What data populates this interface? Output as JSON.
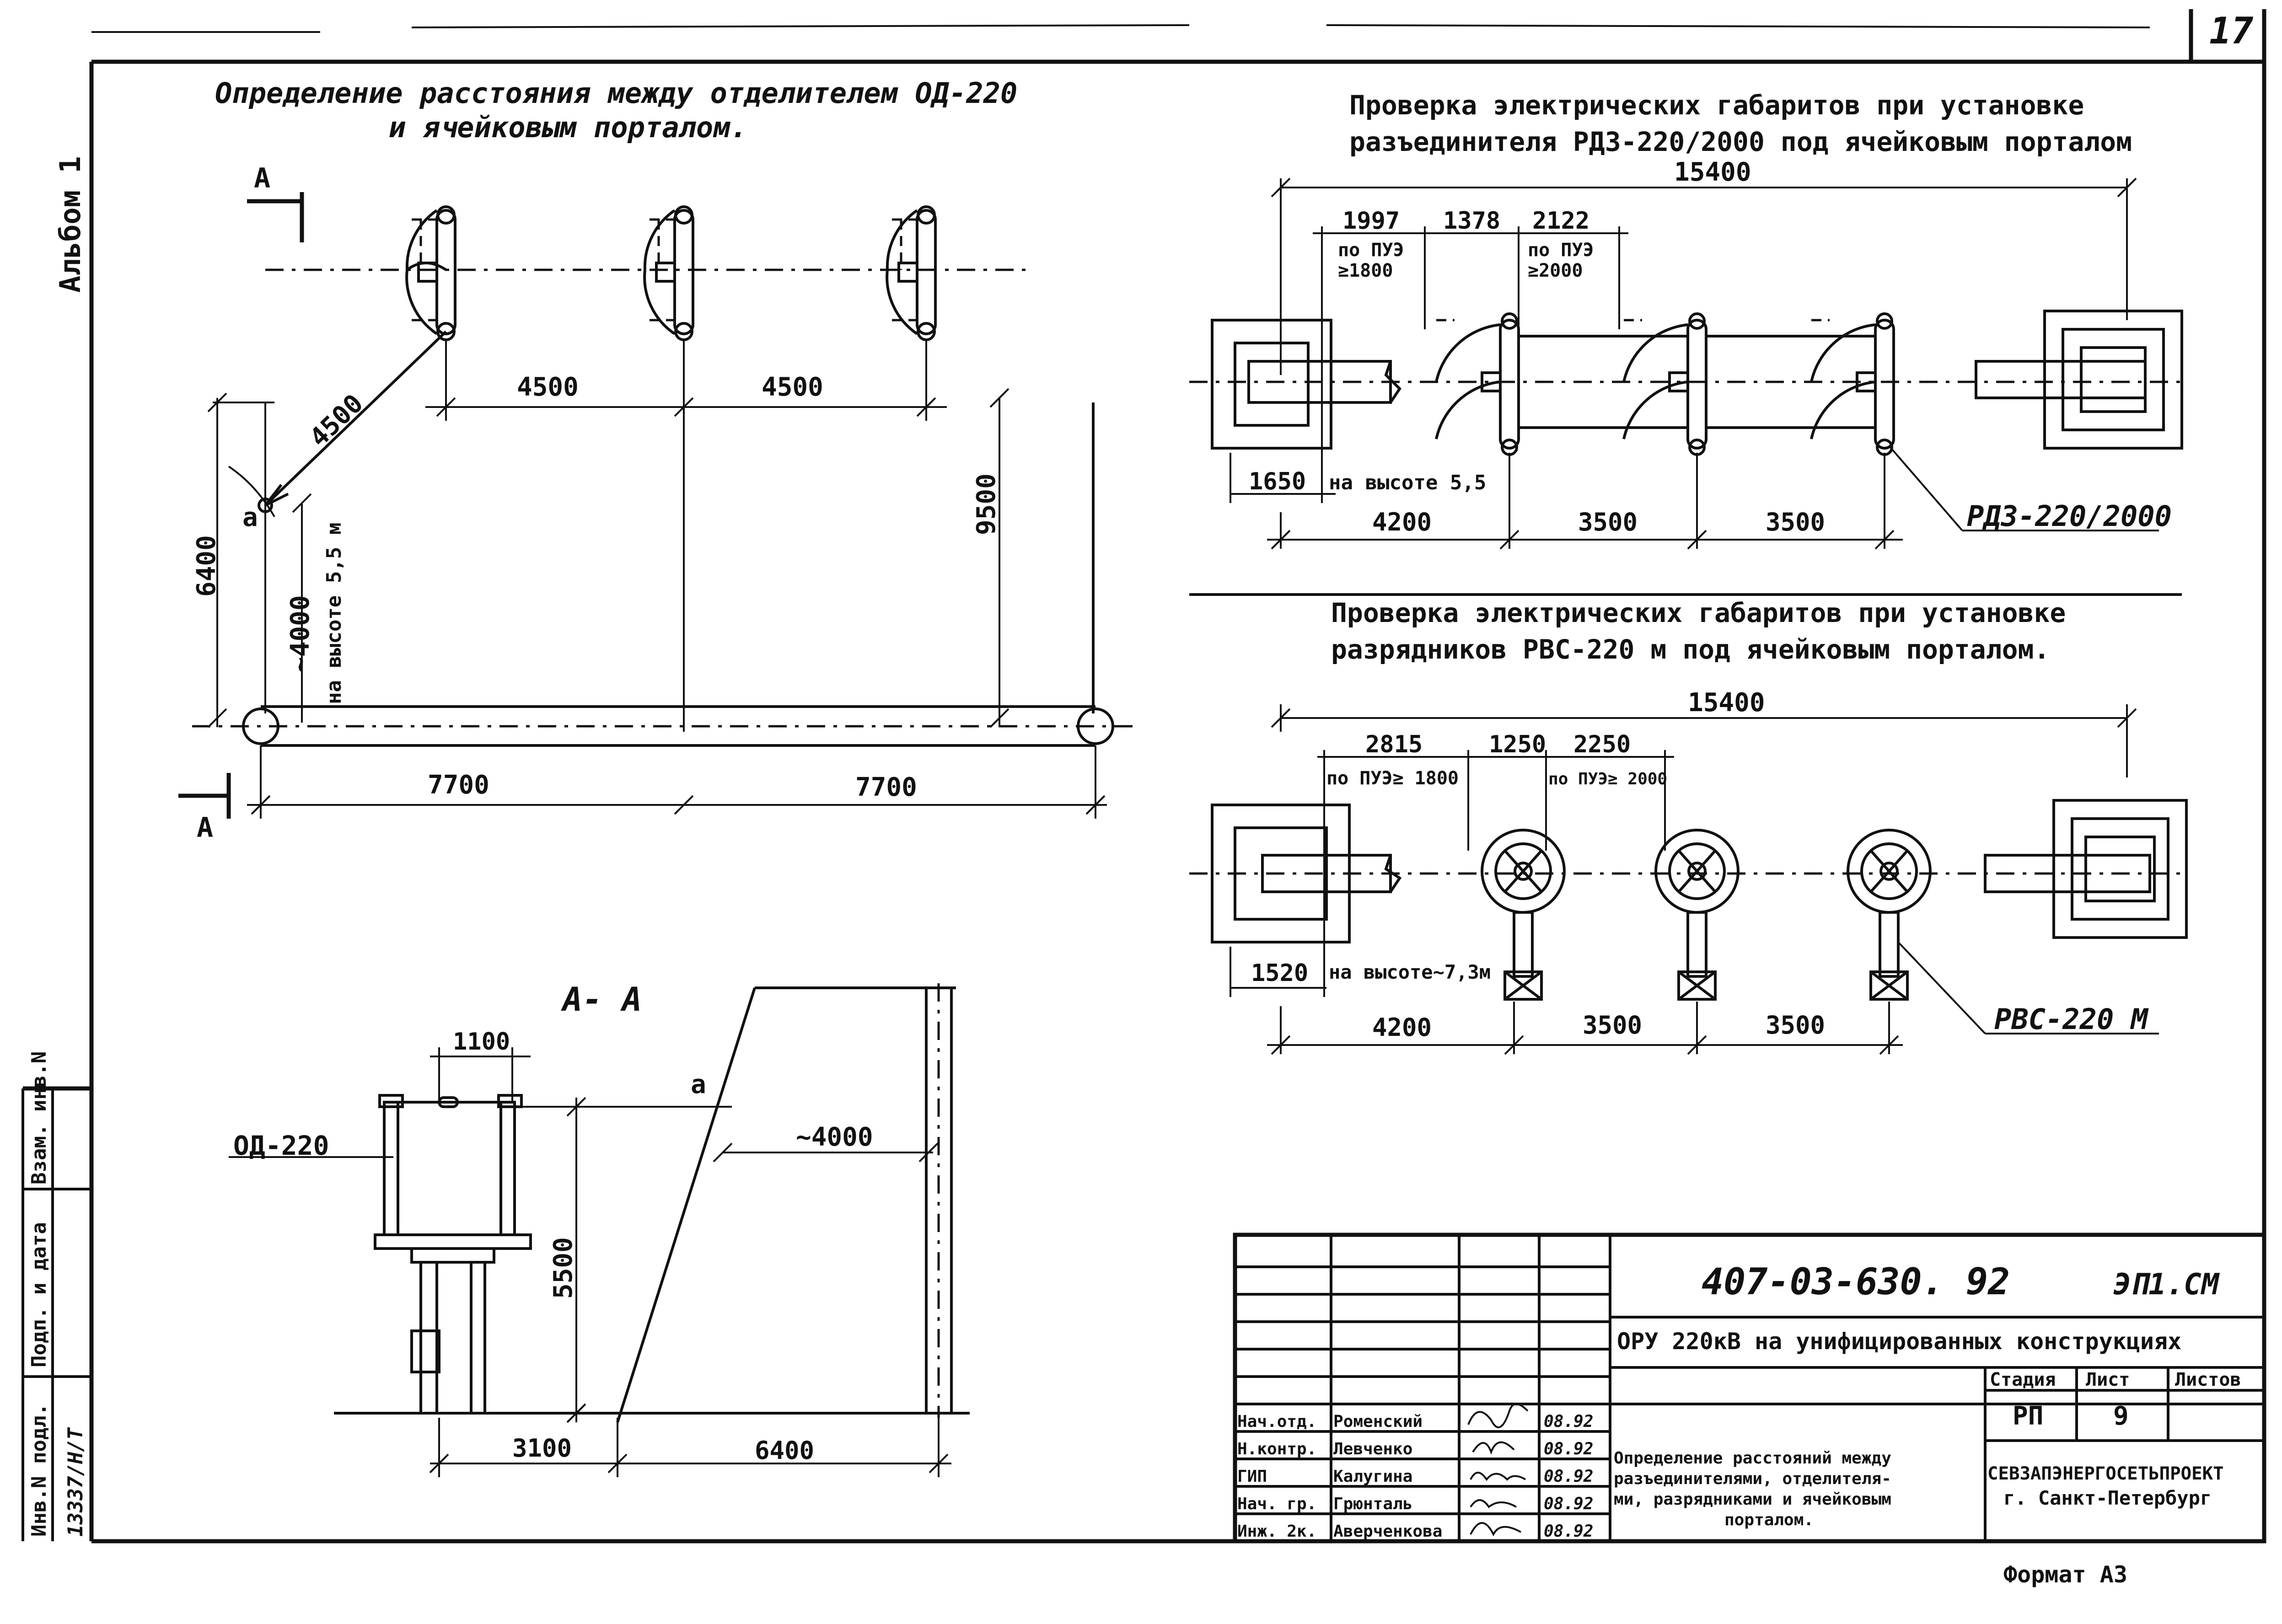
{
  "page_number": "17",
  "album_label": "Альбом 1",
  "left_margin": {
    "inv_podl": "Инв.N подл.",
    "podp_data": "Подп. и дата",
    "vzam_inv": "Взам. инв.N",
    "inv_value": "13337/Н/Т"
  },
  "section1": {
    "title_line1": "Определение расстояния  между отделителем ОД-220",
    "title_line2": "и ячейковым  порталом.",
    "cut_label": "А",
    "dims": {
      "d4500_diag": "4500",
      "d4500_1": "4500",
      "d4500_2": "4500",
      "d9500": "9500",
      "d6400": "6400",
      "d4000": "~4000",
      "height_note": "на высоте 5,5 м",
      "d7700_1": "7700",
      "d7700_2": "7700",
      "point_a": "а"
    }
  },
  "section2": {
    "title_line1": "Проверка электрических габаритов при установке",
    "title_line2": "разъединителя РДЗ-220/2000 под ячейковым порталом",
    "dims": {
      "total": "15400",
      "d1997": "1997",
      "d1378": "1378",
      "d2122": "2122",
      "pue_1800_a": "по ПУЭ",
      "pue_1800_b": "≥1800",
      "pue_2000_a": "по ПУЭ",
      "pue_2000_b": "≥2000",
      "d1650": "1650",
      "height_note": "на высоте 5,5",
      "d4200": "4200",
      "d3500_1": "3500",
      "d3500_2": "3500"
    },
    "equipment_label": "РДЗ-220/2000"
  },
  "section3": {
    "title_line1": "Проверка электрических габаритов при установке",
    "title_line2": "разрядников РВС-220 м под ячейковым порталом.",
    "dims": {
      "total": "15400",
      "d2815": "2815",
      "d1250": "1250",
      "d2250": "2250",
      "pue_1800": "по ПУЭ≥ 1800",
      "pue_2000": "по ПУЭ≥ 2000",
      "d1520": "1520",
      "height_note": "на высоте~7,3м",
      "d4200": "4200",
      "d3500_1": "3500",
      "d3500_2": "3500"
    },
    "equipment_label": "РВС-220 М"
  },
  "section4": {
    "title": "А- А",
    "dims": {
      "d1100": "1100",
      "d5500": "5500",
      "d4000": "~4000",
      "d3100": "3100",
      "d6400": "6400",
      "point_a": "а"
    },
    "equipment_label": "ОД-220"
  },
  "title_block": {
    "designation": "407-03-630. 92",
    "sheet_code": "ЭП1.СМ",
    "project_title": "ОРУ 220кВ на унифицированных конструкциях",
    "stage_header": "Стадия",
    "sheet_header": "Лист",
    "sheets_header": "Листов",
    "stage_value": "РП",
    "sheet_value": "9",
    "sheets_value": "",
    "drawing_title_l1": "Определение расстояний между",
    "drawing_title_l2": "разъединителями, отделителя-",
    "drawing_title_l3": "ми,  разрядниками и ячейковым",
    "drawing_title_l4": "порталом.",
    "organization_l1": "СЕВЗАПЭНЕРГОСЕТЬПРОЕКТ",
    "organization_l2": "г. Санкт-Петербург",
    "signatures": [
      {
        "role": "Нач.отд.",
        "name": "Роменский",
        "date": "08.92"
      },
      {
        "role": "Н.контр.",
        "name": "Левченко",
        "date": "08.92"
      },
      {
        "role": "ГИП",
        "name": "Калугина",
        "date": "08.92"
      },
      {
        "role": "Нач. гр.",
        "name": "Грюнталь",
        "date": "08.92"
      },
      {
        "role": "Инж. 2к.",
        "name": "Аверченкова",
        "date": "08.92"
      }
    ]
  },
  "format_label": "Формат А3"
}
